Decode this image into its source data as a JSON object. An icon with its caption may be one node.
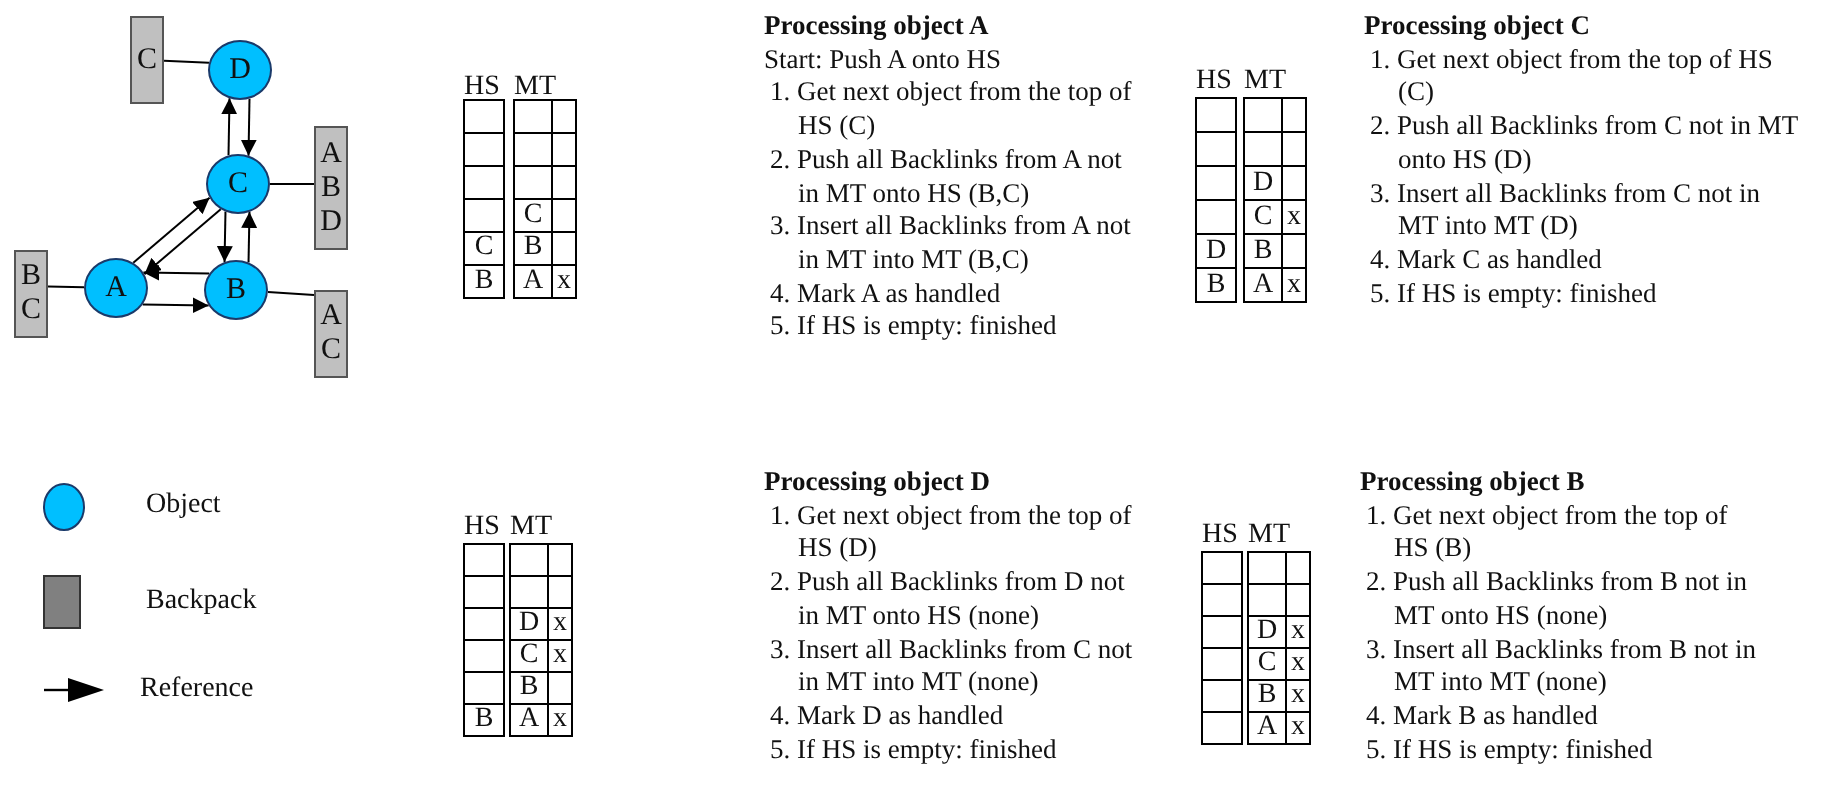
{
  "diagram": {
    "nodes": [
      {
        "text": [
          "C"
        ]
      },
      {
        "text": [
          "D"
        ]
      },
      {
        "text": [
          "C"
        ]
      },
      {
        "text": [
          "A",
          "B",
          "D"
        ]
      },
      {
        "text": [
          "B",
          "C"
        ]
      },
      {
        "text": [
          "A"
        ]
      },
      {
        "text": [
          "B"
        ]
      },
      {
        "text": [
          "A",
          "C"
        ]
      }
    ],
    "edges": [
      {
        "from": 0,
        "to": 1,
        "arrow": "none"
      },
      {
        "from": 2,
        "to": 1,
        "arrow": "to"
      },
      {
        "from": 1,
        "to": 2,
        "arrow": "to"
      },
      {
        "from": 2,
        "to": 3,
        "arrow": "none"
      },
      {
        "from": 5,
        "to": 2,
        "arrow": "to"
      },
      {
        "from": 2,
        "to": 5,
        "arrow": "to"
      },
      {
        "from": 2,
        "to": 6,
        "arrow": "to"
      },
      {
        "from": 6,
        "to": 2,
        "arrow": "to"
      },
      {
        "from": 4,
        "to": 5,
        "arrow": "none"
      },
      {
        "from": 6,
        "to": 5,
        "arrow": "to"
      },
      {
        "from": 5,
        "to": 6,
        "arrow": "to"
      },
      {
        "from": 6,
        "to": 7,
        "arrow": "none"
      }
    ],
    "labels": [
      "HS",
      "MT",
      "C",
      "C",
      "B",
      "B",
      "A",
      "x",
      "Processing object A",
      "Start: Push A onto HS",
      "1. Get next object from the top of HS (C)",
      "2. Push all Backlinks from A not in MT onto HS (B,C)",
      "3. Insert all Backlinks from A not in MT into MT (B,C)",
      "4. Mark A as handled",
      "5. If HS is empty: finished",
      "HS",
      "MT",
      "D",
      "C",
      "x",
      "D",
      "B",
      "B",
      "A",
      "x",
      "Processing object C",
      "1. Get next object from the top of HS (C)",
      "2. Push all Backlinks from C not in MT onto HS (D)",
      "3. Insert all Backlinks from C not in MT into MT (D)",
      "4. Mark C as handled",
      "5. If HS is empty: finished",
      "HS",
      "MT",
      "D",
      "x",
      "C",
      "x",
      "B",
      "B",
      "A",
      "x",
      "Processing object D",
      "1. Get next object from the top of HS (D)",
      "2. Push all Backlinks from D not in MT onto HS (none)",
      "3. Insert all Backlinks from C not in MT into MT (none)",
      "4. Mark D as handled",
      "5. If HS is empty: finished",
      "HS",
      "MT",
      "D",
      "x",
      "C",
      "x",
      "B",
      "x",
      "A",
      "x",
      "Processing object B",
      "1. Get next object from the top of HS (B)",
      "2. Push all Backlinks from B not in MT onto HS (none)",
      "3. Insert all Backlinks from B not in MT into MT (none)",
      "4. Mark B as handled",
      "5. If HS is empty: finished"
    ],
    "legend": [
      {
        "text": "Object",
        "color": "#00bfff"
      },
      {
        "text": "Backpack",
        "color": "#808080"
      },
      {
        "text": "Reference"
      }
    ]
  }
}
